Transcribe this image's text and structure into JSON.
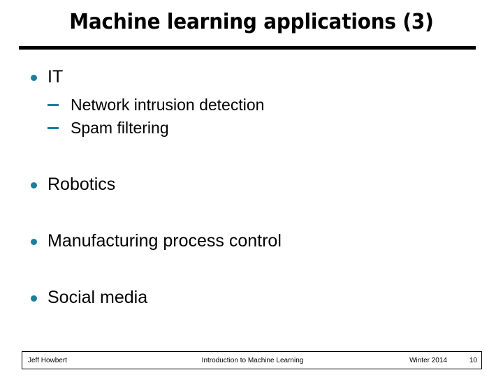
{
  "slide": {
    "title": "Machine learning applications (3)",
    "accent_color": "#1a7f9e",
    "text_color": "#000000",
    "background_color": "#ffffff",
    "bullets": [
      {
        "level": 1,
        "marker": "bullet-dot",
        "label": "IT"
      },
      {
        "level": 2,
        "marker": "bullet-dash",
        "label": "Network intrusion detection"
      },
      {
        "level": 2,
        "marker": "bullet-dash",
        "label": "Spam filtering"
      },
      {
        "level": 1,
        "marker": "bullet-dot",
        "label": "Robotics"
      },
      {
        "level": 1,
        "marker": "bullet-dot",
        "label": "Manufacturing process control"
      },
      {
        "level": 1,
        "marker": "bullet-dot",
        "label": "Social media"
      }
    ]
  },
  "footer": {
    "author": "Jeff Howbert",
    "course": "Introduction to Machine Learning",
    "term": "Winter 2014",
    "page_number": "10"
  }
}
